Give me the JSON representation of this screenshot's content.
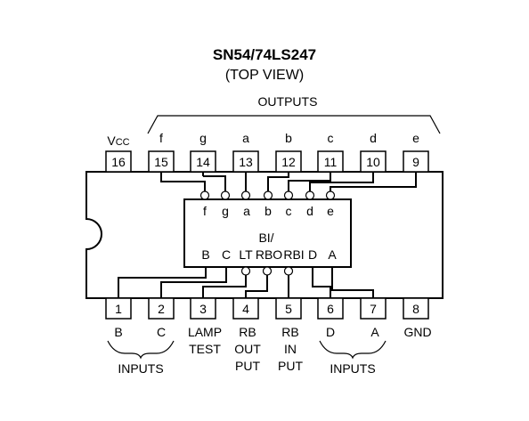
{
  "title": "SN54/74LS247",
  "subtitle": "(TOP VIEW)",
  "outputs_label": "OUTPUTS",
  "top_pins": [
    {
      "num": "16",
      "name": "V",
      "sub": "CC"
    },
    {
      "num": "15",
      "name": "f"
    },
    {
      "num": "14",
      "name": "g"
    },
    {
      "num": "13",
      "name": "a"
    },
    {
      "num": "12",
      "name": "b"
    },
    {
      "num": "11",
      "name": "c"
    },
    {
      "num": "10",
      "name": "d"
    },
    {
      "num": "9",
      "name": "e"
    }
  ],
  "bottom_pins": [
    {
      "num": "1",
      "lines": [
        "B"
      ]
    },
    {
      "num": "2",
      "lines": [
        "C"
      ]
    },
    {
      "num": "3",
      "lines": [
        "LAMP",
        "TEST"
      ]
    },
    {
      "num": "4",
      "lines": [
        "RB",
        "OUT",
        "PUT"
      ]
    },
    {
      "num": "5",
      "lines": [
        "RB",
        "IN",
        "PUT"
      ]
    },
    {
      "num": "6",
      "lines": [
        "D"
      ]
    },
    {
      "num": "7",
      "lines": [
        "A"
      ]
    },
    {
      "num": "8",
      "lines": [
        "GND"
      ]
    }
  ],
  "inputs_label_left": "INPUTS",
  "inputs_label_right": "INPUTS",
  "decoder": {
    "top_labels": [
      "f",
      "g",
      "a",
      "b",
      "c",
      "d",
      "e"
    ],
    "mid_label": "BI/",
    "bottom_labels": [
      "B",
      "C",
      "LT",
      "RBO",
      "RBI",
      "D",
      "A"
    ]
  }
}
